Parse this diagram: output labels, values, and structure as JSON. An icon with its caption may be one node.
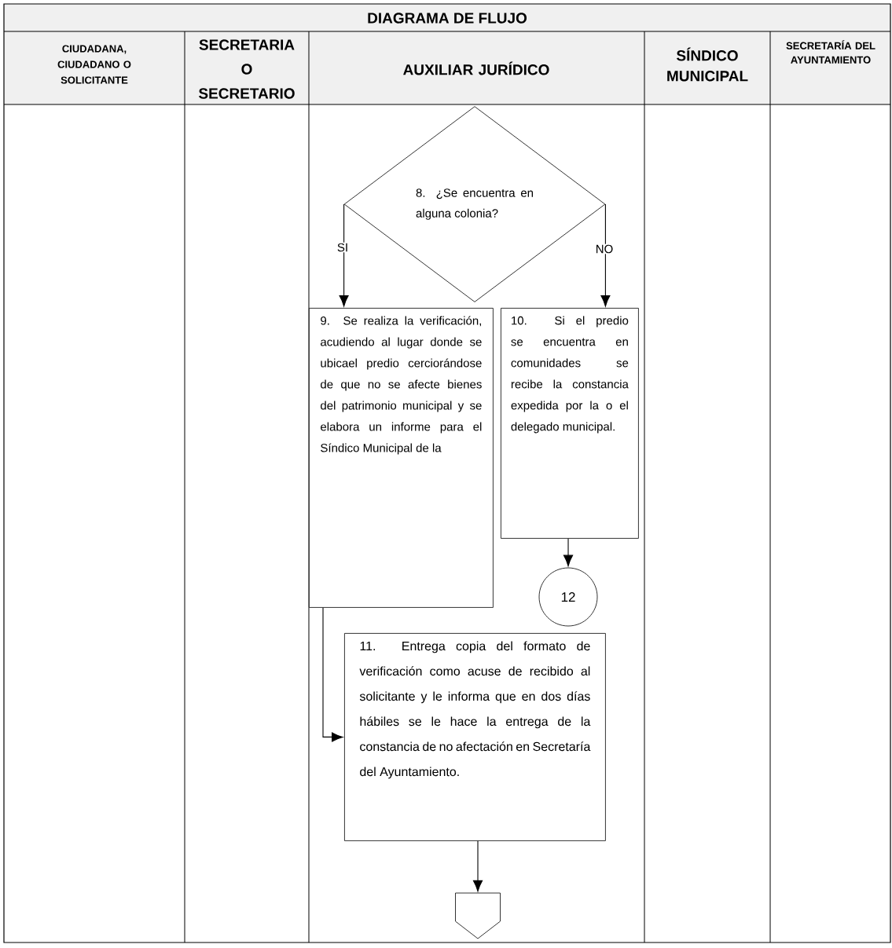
{
  "diagram": {
    "title": "DIAGRAMA DE FLUJO",
    "nodes": [
      {
        "text": [
          "8. ¿Se encuentra en alguna colonia?"
        ]
      },
      {
        "text": [
          "9. Se realiza la verificación, acudiendo al lugar donde se ubicael predio cerciorándose de que no se afecte bienes del patrimonio municipal y se elabora un informe para el Síndico Municipal de la"
        ]
      },
      {
        "text": [
          "10. Si el predio se encuentra en comunidades se recibe la constancia expedida por la o el delegado municipal."
        ]
      },
      {
        "text": [
          "12"
        ]
      },
      {
        "text": [
          "11. Entrega copia del formato de verificación como acuse de recibido al solicitante y le informa que en dos días hábiles se le hace la entrega de la constancia de no afectación en Secretaría del Ayuntamiento."
        ]
      },
      {
        "text": [],
        "shape": "pentagon"
      }
    ],
    "edges": [
      {
        "from": 0,
        "to": 1,
        "arrow": "to",
        "label": "SI"
      },
      {
        "from": 0,
        "to": 2,
        "arrow": "to",
        "label": "NO"
      },
      {
        "from": 2,
        "to": 3,
        "arrow": "to"
      },
      {
        "from": 1,
        "to": 4,
        "arrow": "to"
      },
      {
        "from": 4,
        "to": 5,
        "arrow": "to"
      }
    ],
    "labels": [
      "CIUDADANA, CIUDADANO O SOLICITANTE",
      "SECRETARIA O SECRETARIO",
      "AUXILIAR JURÍDICO",
      "SÍNDICO MUNICIPAL",
      "SECRETARÍA DEL AYUNTAMIENTO"
    ]
  }
}
